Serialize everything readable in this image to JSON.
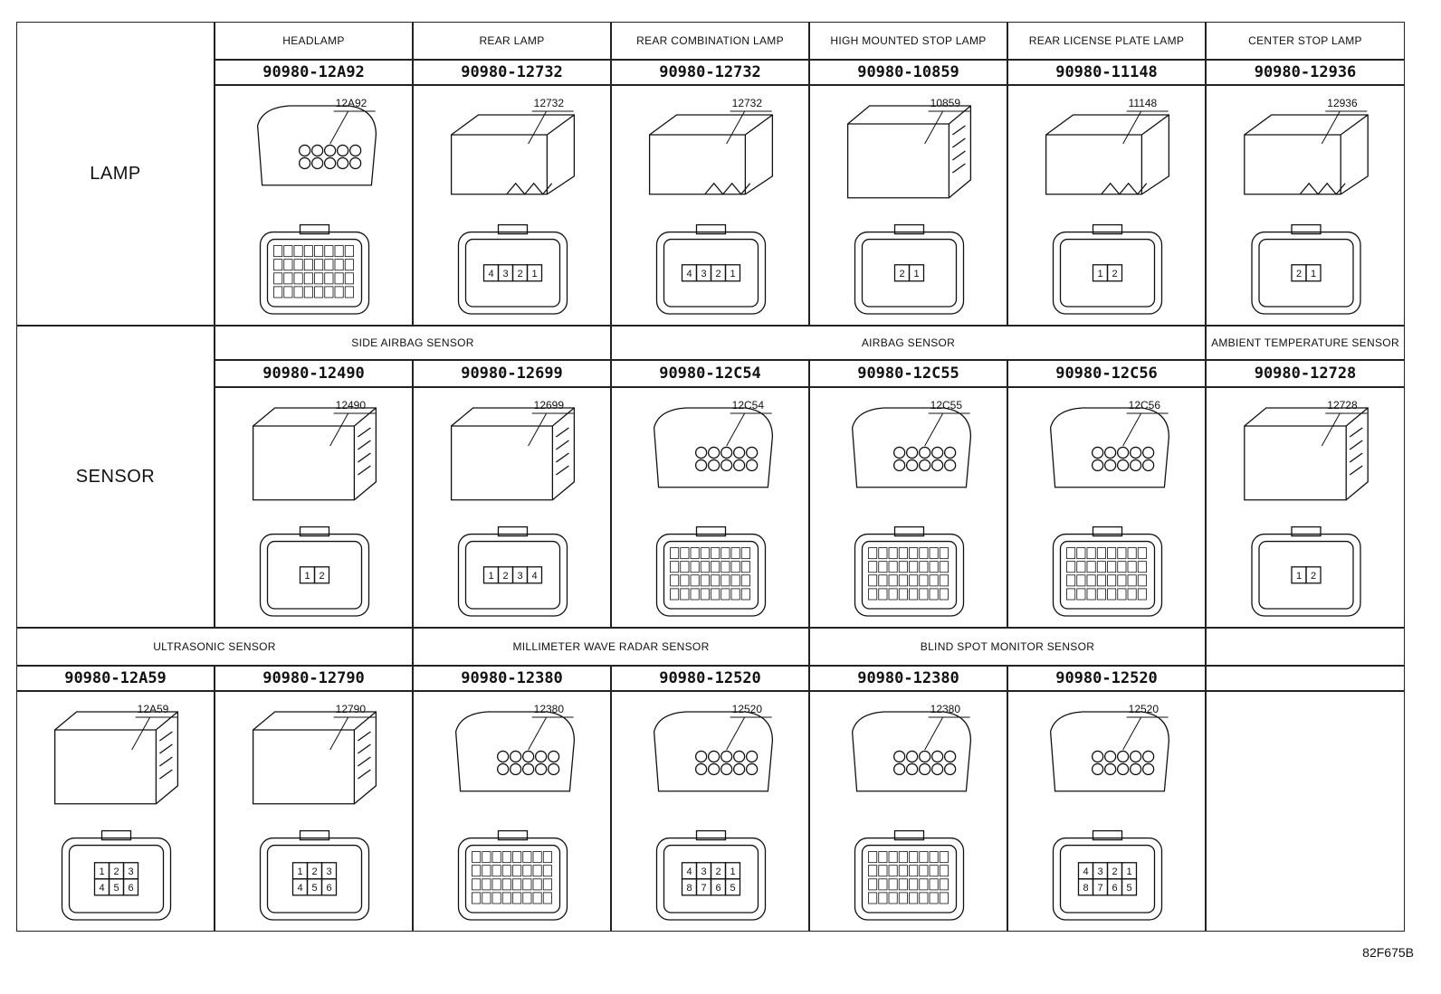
{
  "categories": {
    "lamp": "LAMP",
    "sensor": "SENSOR"
  },
  "lamp_headers": [
    "HEADLAMP",
    "REAR LAMP",
    "REAR COMBINATION LAMP",
    "HIGH MOUNTED STOP LAMP",
    "REAR LICENSE PLATE LAMP",
    "CENTER STOP LAMP"
  ],
  "lamp_parts": [
    {
      "part_no": "90980-12A92",
      "callout": "12A92",
      "pins": []
    },
    {
      "part_no": "90980-12732",
      "callout": "12732",
      "pins": [
        "4",
        "3",
        "2",
        "1"
      ]
    },
    {
      "part_no": "90980-12732",
      "callout": "12732",
      "pins": [
        "4",
        "3",
        "2",
        "1"
      ]
    },
    {
      "part_no": "90980-10859",
      "callout": "10859",
      "pins": [
        "2",
        "1"
      ]
    },
    {
      "part_no": "90980-11148",
      "callout": "11148",
      "pins": [
        "1",
        "2"
      ]
    },
    {
      "part_no": "90980-12936",
      "callout": "12936",
      "pins": [
        "2",
        "1"
      ]
    }
  ],
  "sensor_headers": [
    "SIDE AIRBAG SENSOR",
    "AIRBAG SENSOR",
    "AMBIENT TEMPERATURE SENSOR"
  ],
  "sensor_parts": [
    {
      "part_no": "90980-12490",
      "callout": "12490",
      "pins": [
        "1",
        "2"
      ]
    },
    {
      "part_no": "90980-12699",
      "callout": "12699",
      "pins": [
        "1",
        "2",
        "3",
        "4"
      ]
    },
    {
      "part_no": "90980-12C54",
      "callout": "12C54",
      "pins": []
    },
    {
      "part_no": "90980-12C55",
      "callout": "12C55",
      "pins": []
    },
    {
      "part_no": "90980-12C56",
      "callout": "12C56",
      "pins": []
    },
    {
      "part_no": "90980-12728",
      "callout": "12728",
      "pins": [
        "1",
        "2"
      ]
    }
  ],
  "third_headers": [
    "ULTRASONIC SENSOR",
    "MILLIMETER WAVE RADAR SENSOR",
    "BLIND SPOT MONITOR SENSOR",
    ""
  ],
  "third_parts": [
    {
      "part_no": "90980-12A59",
      "callout": "12A59",
      "pins": [
        "1",
        "2",
        "3",
        "4",
        "5",
        "6"
      ]
    },
    {
      "part_no": "90980-12790",
      "callout": "12790",
      "pins": [
        "1",
        "2",
        "3",
        "4",
        "5",
        "6"
      ]
    },
    {
      "part_no": "90980-12380",
      "callout": "12380",
      "pins": []
    },
    {
      "part_no": "90980-12520",
      "callout": "12520",
      "pins": [
        "4",
        "3",
        "2",
        "1",
        "8",
        "7",
        "6",
        "5"
      ]
    },
    {
      "part_no": "90980-12380",
      "callout": "12380",
      "pins": []
    },
    {
      "part_no": "90980-12520",
      "callout": "12520",
      "pins": [
        "4",
        "3",
        "2",
        "1",
        "8",
        "7",
        "6",
        "5"
      ]
    }
  ],
  "figure_code": "82F675B"
}
